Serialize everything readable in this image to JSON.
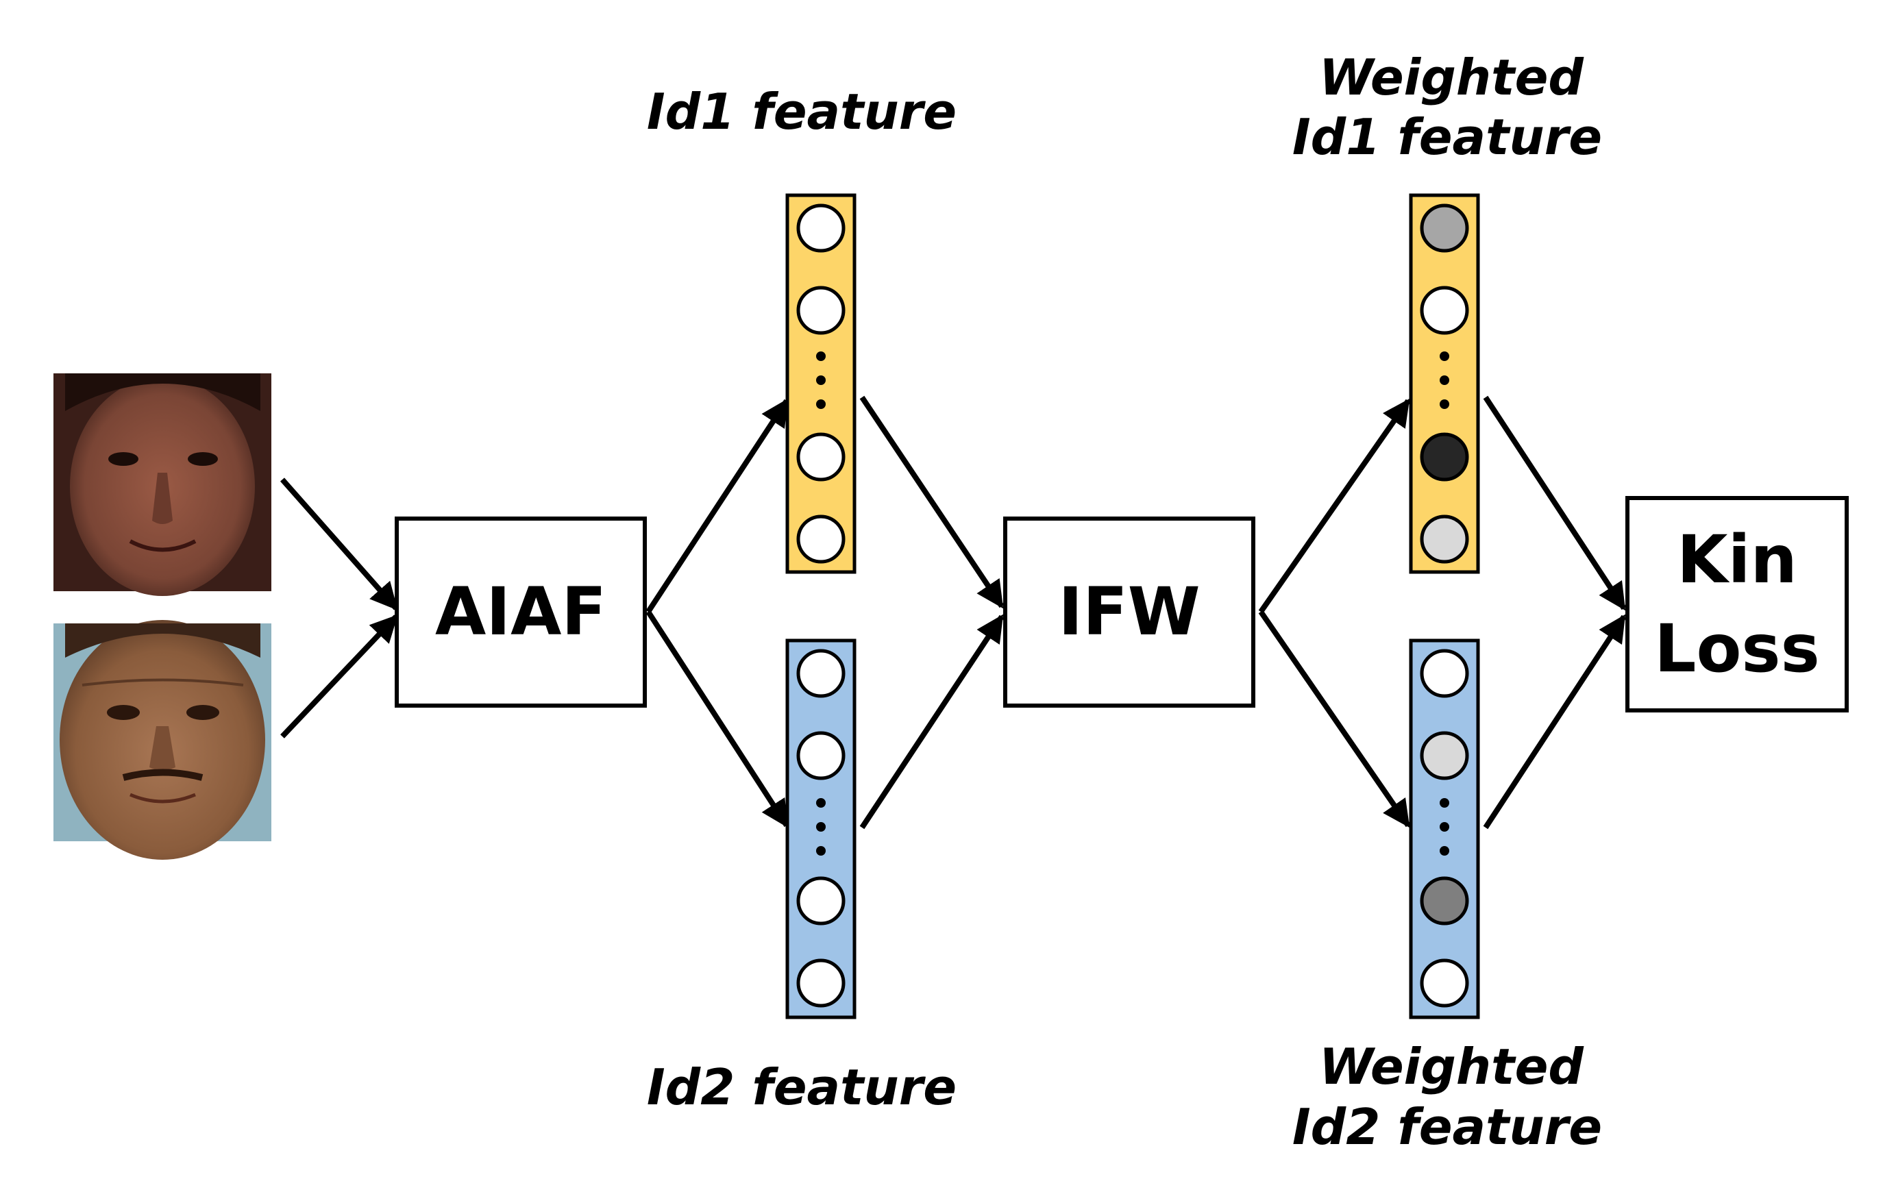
{
  "faces": [
    {
      "id": "face-young",
      "skin": "#7a4535",
      "hair": "#2a1410"
    },
    {
      "id": "face-old",
      "skin": "#8a5c3c",
      "hair": "#3a2418",
      "bg": "#8fb3c0"
    }
  ],
  "boxes": {
    "aiaf": {
      "label": "AIAF"
    },
    "ifw": {
      "label": "IFW"
    },
    "kin_loss": {
      "label_line1": "Kin",
      "label_line2": "Loss"
    }
  },
  "features": {
    "id1": {
      "label": "Id1 feature",
      "color": "#fdd569",
      "nodes": [
        "#ffffff",
        "#ffffff",
        "#ffffff",
        "#ffffff"
      ]
    },
    "id2": {
      "label": "Id2 feature",
      "color": "#9fc3e7",
      "nodes": [
        "#ffffff",
        "#ffffff",
        "#ffffff",
        "#ffffff"
      ]
    },
    "w_id1": {
      "label_line1": "Weighted",
      "label_line2": "Id1 feature",
      "color": "#fdd569",
      "nodes": [
        "#a6a6a6",
        "#ffffff",
        "#262626",
        "#d9d9d9"
      ]
    },
    "w_id2": {
      "label_line1": "Weighted",
      "label_line2": "Id2 feature",
      "color": "#9fc3e7",
      "nodes": [
        "#ffffff",
        "#d9d9d9",
        "#7f7f7f",
        "#ffffff"
      ]
    }
  }
}
